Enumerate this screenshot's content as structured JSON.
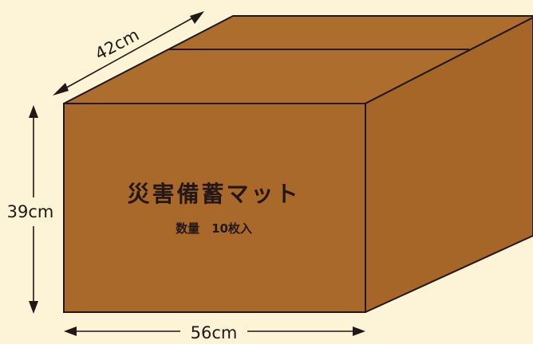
{
  "box": {
    "product_name": "災害備蓄マット",
    "quantity_text": "数量　10枚入"
  },
  "dimensions": {
    "depth_label": "42cm",
    "height_label": "39cm",
    "width_label": "56cm"
  },
  "colors": {
    "background": "#fdf3d6",
    "box_front": "#a8692a",
    "box_top": "#ad6d2c",
    "box_side": "#a66628",
    "outline": "#231815",
    "text": "#231815"
  }
}
